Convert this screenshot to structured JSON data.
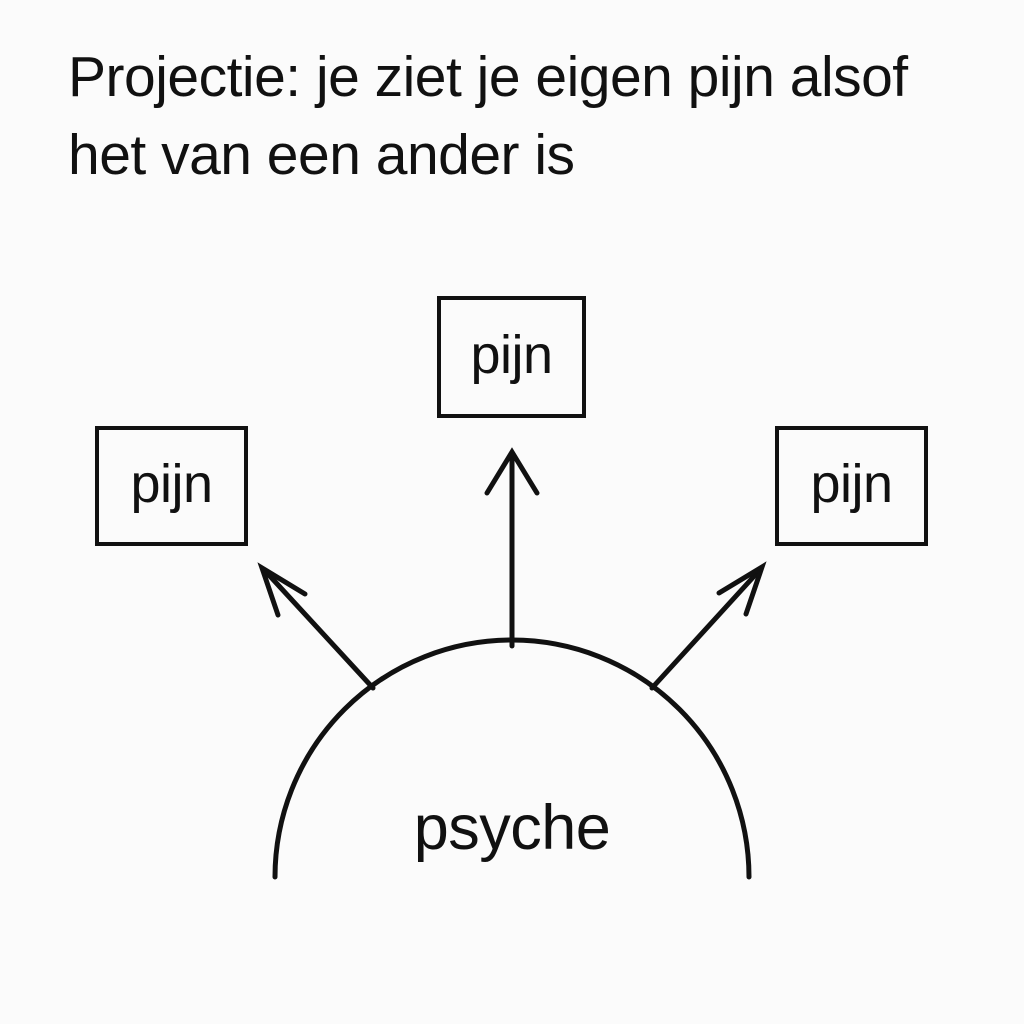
{
  "page": {
    "background_color": "#fbfbfb",
    "ink_color": "#111111",
    "language": "nl"
  },
  "title": {
    "text": "Projectie: je ziet je eigen pijn alsof het van een ander is",
    "line_1": "Projectie: je ziet je eigen pijn",
    "line_2": "alsof het van een ander is"
  },
  "diagram": {
    "type": "concept-diagram",
    "source_label": "psyche",
    "boxes": [
      {
        "id": "left",
        "label": "pijn"
      },
      {
        "id": "center",
        "label": "pijn"
      },
      {
        "id": "right",
        "label": "pijn"
      }
    ],
    "arrows": [
      {
        "id": "left",
        "from": "psyche",
        "to": "pijn-left",
        "direction": "up-left"
      },
      {
        "id": "center",
        "from": "psyche",
        "to": "pijn-center",
        "direction": "up"
      },
      {
        "id": "right",
        "from": "psyche",
        "to": "pijn-right",
        "direction": "up-right"
      }
    ],
    "shape": "semicircle-dome"
  }
}
